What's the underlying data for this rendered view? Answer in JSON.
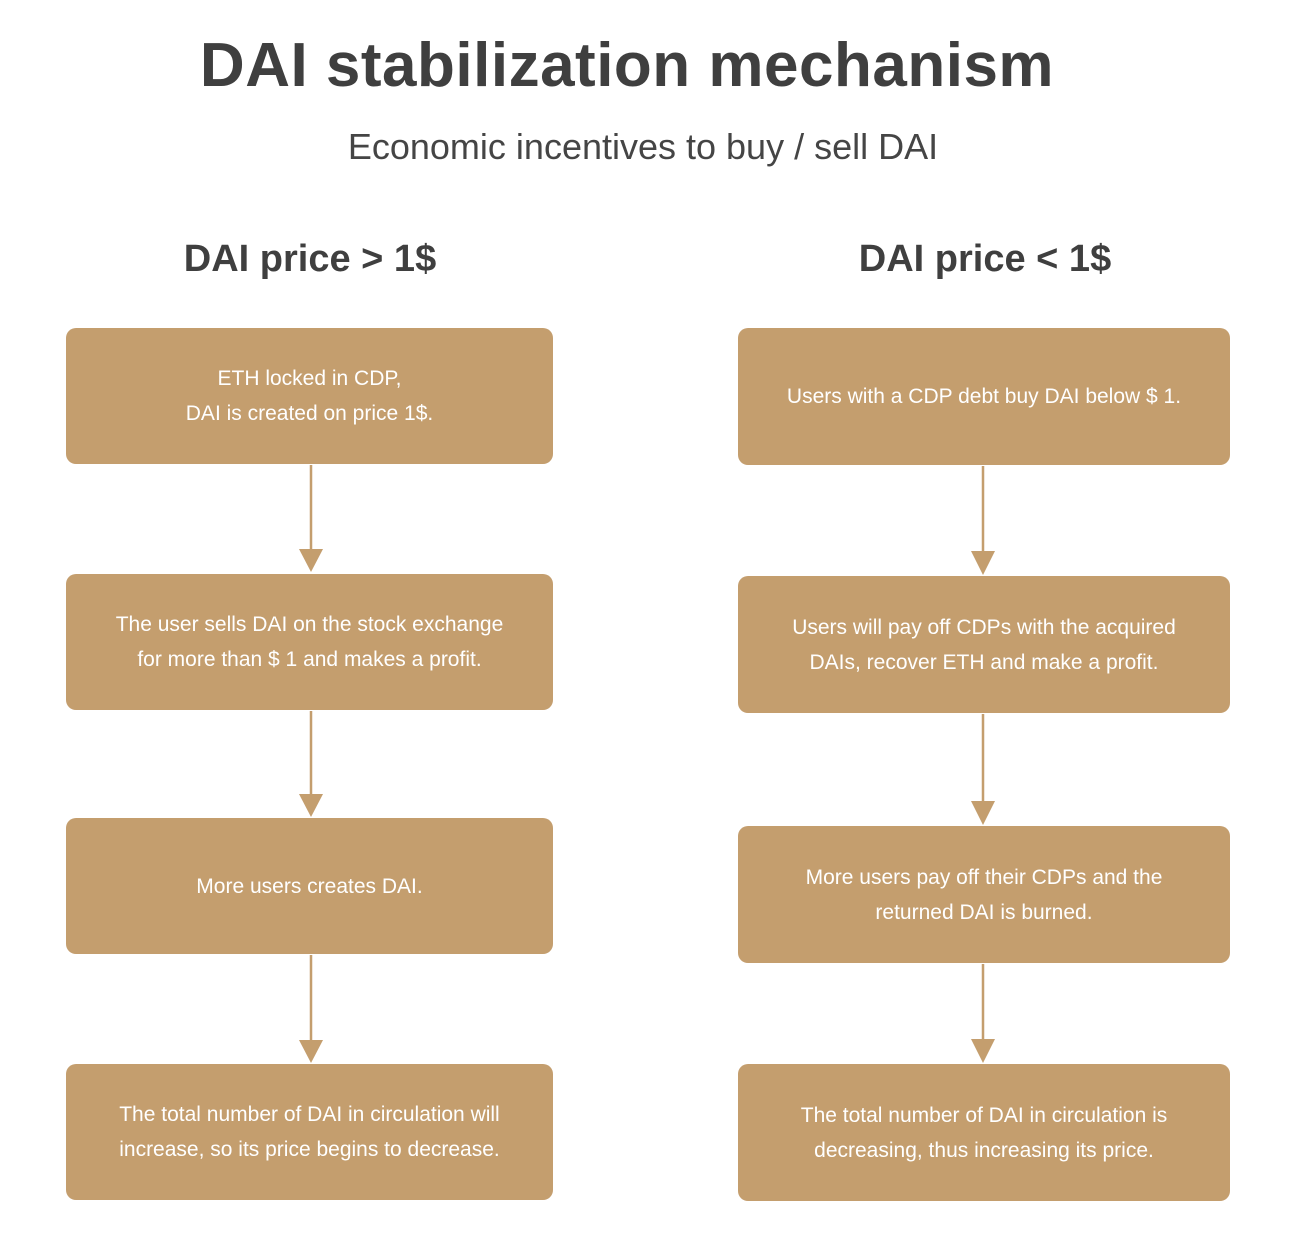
{
  "title": "DAI stabilization mechanism",
  "subtitle": "Economic incentives to buy / sell DAI",
  "colors": {
    "box_fill": "#c49e6e",
    "box_text": "#ffffff",
    "arrow": "#c49e6e",
    "heading_text": "#3f3f3f"
  },
  "columns": [
    {
      "heading": "DAI price > 1$",
      "steps": [
        "ETH locked in CDP,\nDAI is created on price 1$.",
        "The user sells DAI on the stock exchange\nfor more than $ 1 and makes a profit.",
        "More users creates DAI.",
        "The total number of DAI in circulation will\nincrease, so its price begins to decrease."
      ]
    },
    {
      "heading": "DAI price < 1$",
      "steps": [
        "Users with a CDP debt buy DAI below $ 1.",
        "Users will pay off CDPs with the acquired\nDAIs, recover ETH and make a profit.",
        "More users pay off their CDPs and the\nreturned DAI is burned.",
        "The total number of DAI in circulation is\ndecreasing, thus increasing its price."
      ]
    }
  ]
}
